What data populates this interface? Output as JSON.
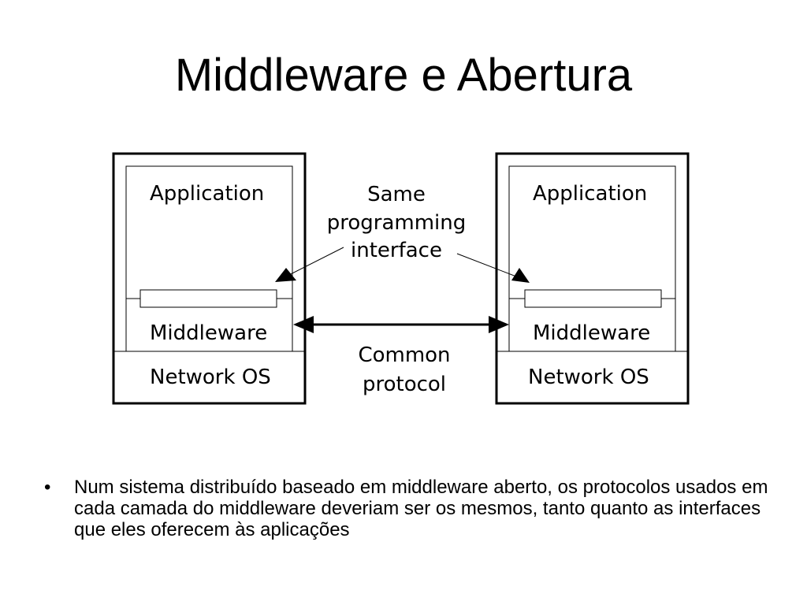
{
  "slide": {
    "title": "Middleware e Abertura"
  },
  "diagram": {
    "left_host": {
      "application_label": "Application",
      "middleware_label": "Middleware",
      "network_os_label": "Network OS"
    },
    "right_host": {
      "application_label": "Application",
      "middleware_label": "Middleware",
      "network_os_label": "Network OS"
    },
    "interface_annotation": {
      "line1": "Same",
      "line2": "programming",
      "line3": "interface"
    },
    "protocol_annotation": {
      "line1": "Common",
      "line2": "protocol"
    }
  },
  "bullets": [
    {
      "marker": "•",
      "text": "Num sistema distribuído baseado em middleware aberto, os protocolos usados em cada camada do middleware deveriam ser os mesmos, tanto quanto as interfaces que eles oferecem às aplicações"
    }
  ]
}
